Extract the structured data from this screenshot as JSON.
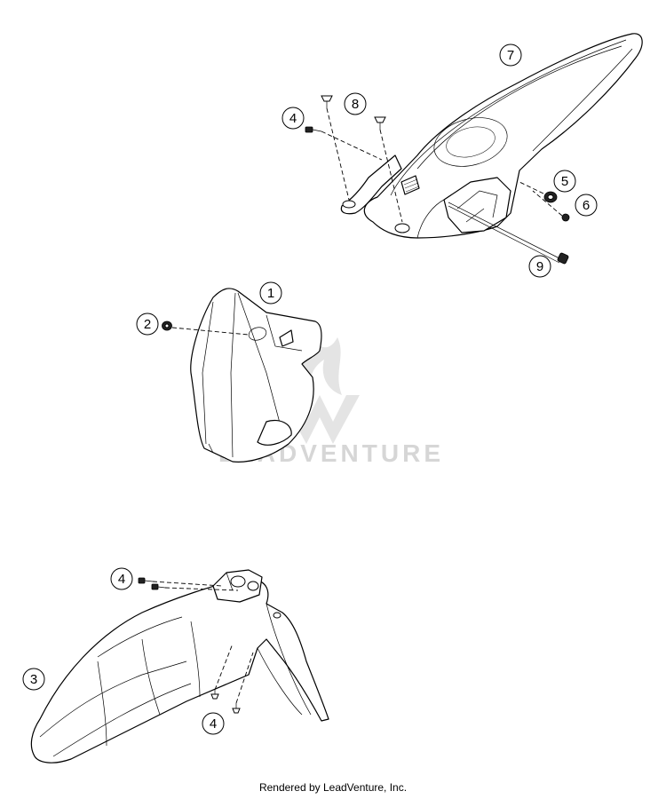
{
  "watermark": {
    "brand_text": "LEADVENTURE"
  },
  "callouts": [
    {
      "id": "1",
      "label": "1"
    },
    {
      "id": "2",
      "label": "2"
    },
    {
      "id": "3",
      "label": "3"
    },
    {
      "id": "4a",
      "label": "4"
    },
    {
      "id": "4b",
      "label": "4"
    },
    {
      "id": "4c",
      "label": "4"
    },
    {
      "id": "5",
      "label": "5"
    },
    {
      "id": "6",
      "label": "6"
    },
    {
      "id": "7",
      "label": "7"
    },
    {
      "id": "8",
      "label": "8"
    },
    {
      "id": "9",
      "label": "9"
    }
  ],
  "footer": {
    "credit": "Rendered by LeadVenture, Inc."
  }
}
